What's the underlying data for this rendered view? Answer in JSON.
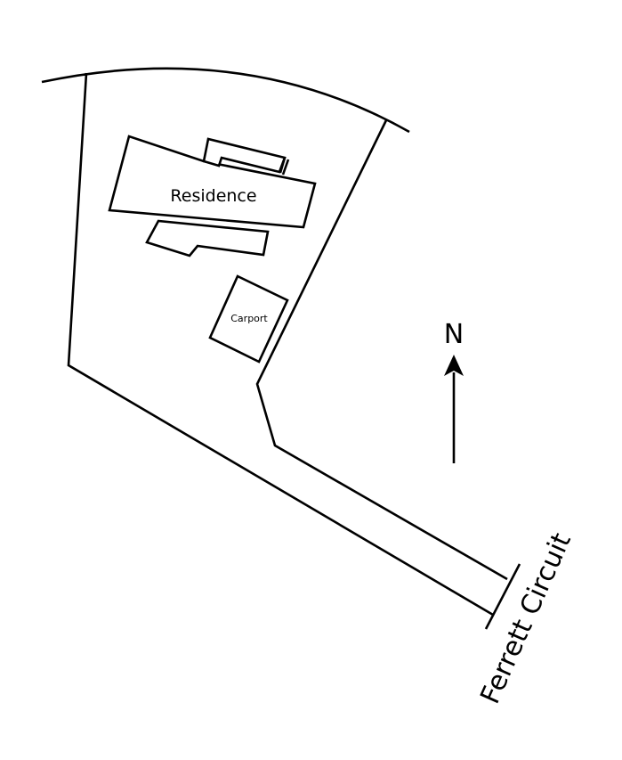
{
  "labels": {
    "residence": "Residence",
    "carport": "Carport",
    "north": "N",
    "street": "Ferrett Circuit"
  },
  "colors": {
    "ink": "#000000",
    "background": "#ffffff"
  },
  "icons": {
    "north_arrow": "north-arrow-icon"
  }
}
